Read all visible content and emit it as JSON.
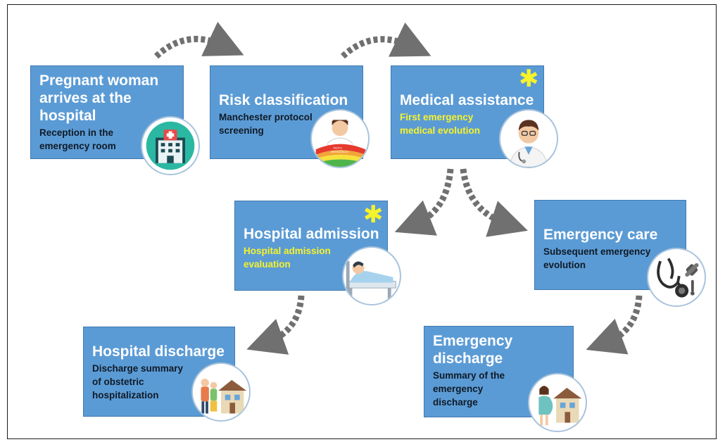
{
  "boxes": {
    "arrival": {
      "title": "Pregnant woman arrives at the hospital",
      "subtitle": "Reception in  the emergency room"
    },
    "risk": {
      "title": "Risk classification",
      "subtitle": "Manchester protocol screening",
      "bracelet_labels": [
        "MUITO",
        "EMERGÊNCIA"
      ]
    },
    "medical": {
      "title": "Medical assistance",
      "subtitle": "First emergency medical evolution",
      "marker": "✱"
    },
    "admission": {
      "title": "Hospital admission",
      "subtitle": "Hospital admission evaluation",
      "marker": "✱"
    },
    "emergency_care": {
      "title": "Emergency care",
      "subtitle": "Subsequent emergency evolution"
    },
    "hospital_discharge": {
      "title": "Hospital discharge",
      "subtitle": "Discharge summary of obstetric hospitalization"
    },
    "emergency_discharge": {
      "title": "Emergency discharge",
      "subtitle": "Summary of the emergency discharge"
    }
  },
  "colors": {
    "box_fill": "#5b9bd5",
    "title_text": "#ffffff",
    "subtitle_text": "#0f1a26",
    "highlight_text": "#f7f32a",
    "arrow": "#707070"
  }
}
